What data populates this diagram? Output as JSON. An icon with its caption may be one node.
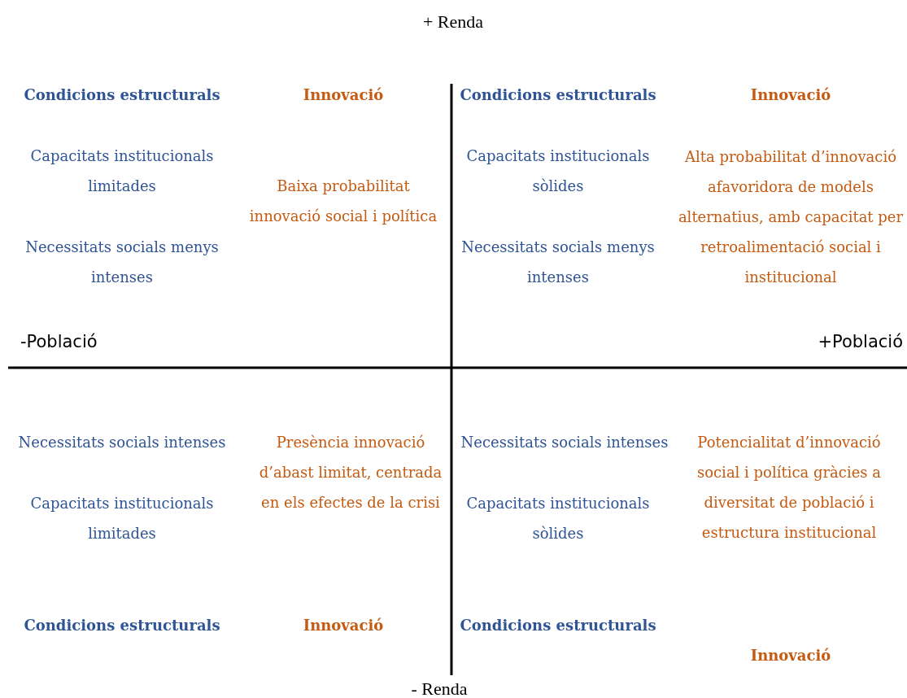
{
  "diagram": {
    "labels": [
      "+ Renda",
      "Condicions estructurals",
      "Innovació",
      "Condicions estructurals",
      "Innovació",
      "Capacitats institucionals limitades",
      "Capacitats institucionals sòlides",
      "Alta probabilitat d’innovació afavoridora de models alternatius, amb capacitat per retroalimentació social i institucional",
      "Baixa probabilitat innovació social i política",
      "Necessitats socials menys intenses",
      "Necessitats socials menys intenses",
      "-Població",
      "+Població",
      "Necessitats socials intenses",
      "Presència innovació d’abast limitat, centrada en els efectes de la crisi",
      "Necessitats socials intenses",
      "Potencialitat d’innovació social i política gràcies a diversitat de població i estructura institucional",
      "Capacitats institucionals limitades",
      "Capacitats institucionals sòlides",
      "Condicions estructurals",
      "Innovació",
      "Condicions estructurals",
      "Innovació",
      "- Renda"
    ]
  }
}
